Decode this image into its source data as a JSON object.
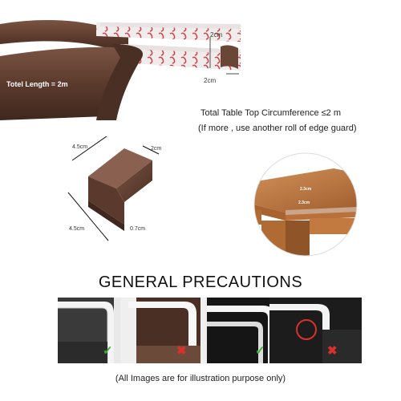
{
  "strip": {
    "total_length_label": "Totel Length = 2m",
    "width_label": "2cm",
    "height_label": "2cm",
    "color": "#5b3a2d"
  },
  "table": {
    "circumference_text": "Total Table Top Circumference  ≤2 m",
    "note_text": "(If more , use another roll of edge guard)",
    "edge_dim_1": "2.3cm",
    "edge_dim_2": "2.3cm"
  },
  "corner": {
    "top_length": "4.5cm",
    "side_length": "4.5cm",
    "depth": "2cm",
    "thickness": "0.7cm"
  },
  "precautions": {
    "title": "GENERAL PRECAUTIONS",
    "panels": [
      {
        "status": "correct",
        "symbol": "✓",
        "color": "#3bb33b"
      },
      {
        "status": "incorrect",
        "symbol": "✖",
        "color": "#d9312b"
      },
      {
        "status": "correct",
        "symbol": "✓",
        "color": "#3bb33b"
      },
      {
        "status": "incorrect",
        "symbol": "✖",
        "color": "#d9312b"
      }
    ]
  },
  "disclaimer": "(All Images are for illustration purpose only)"
}
